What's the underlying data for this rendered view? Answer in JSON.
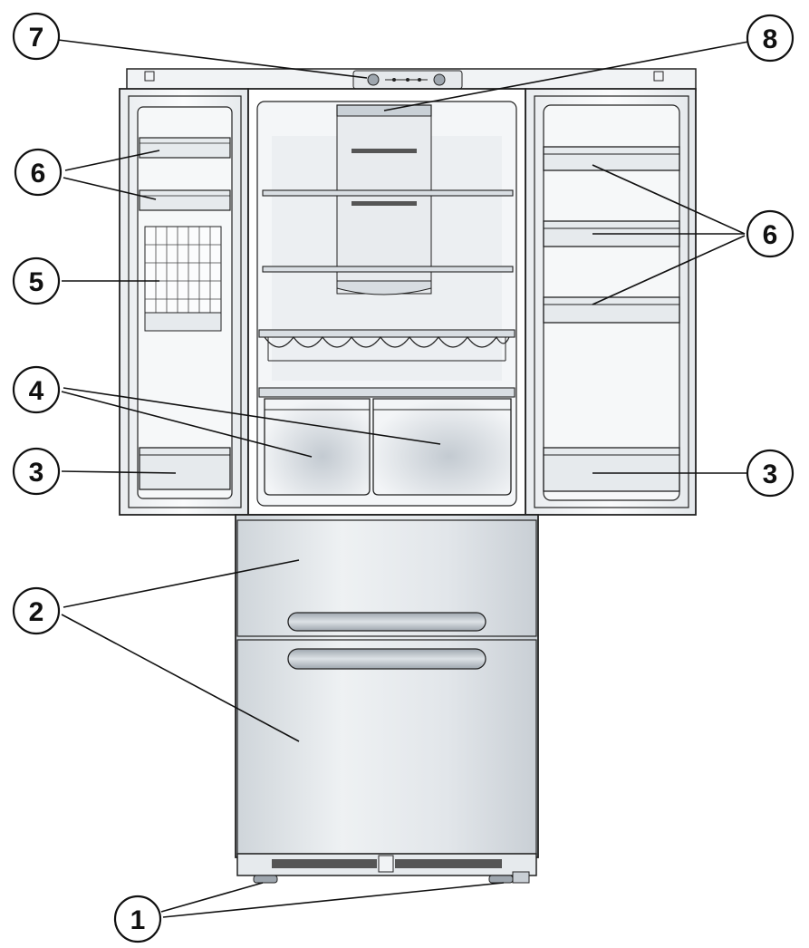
{
  "callouts": [
    {
      "id": "c7",
      "label": "7"
    },
    {
      "id": "c8",
      "label": "8"
    },
    {
      "id": "c6l",
      "label": "6"
    },
    {
      "id": "c5",
      "label": "5"
    },
    {
      "id": "c4",
      "label": "4"
    },
    {
      "id": "c3l",
      "label": "3"
    },
    {
      "id": "c6r",
      "label": "6"
    },
    {
      "id": "c3r",
      "label": "3"
    },
    {
      "id": "c2",
      "label": "2"
    },
    {
      "id": "c1",
      "label": "1"
    }
  ],
  "colors": {
    "outline": "#222222",
    "interior": "#f4f6f8",
    "panel": "#e4e8ec",
    "drawer_front": "#dadfe4",
    "handle": "#b9c0c7",
    "shadow": "#c6ccd2"
  }
}
